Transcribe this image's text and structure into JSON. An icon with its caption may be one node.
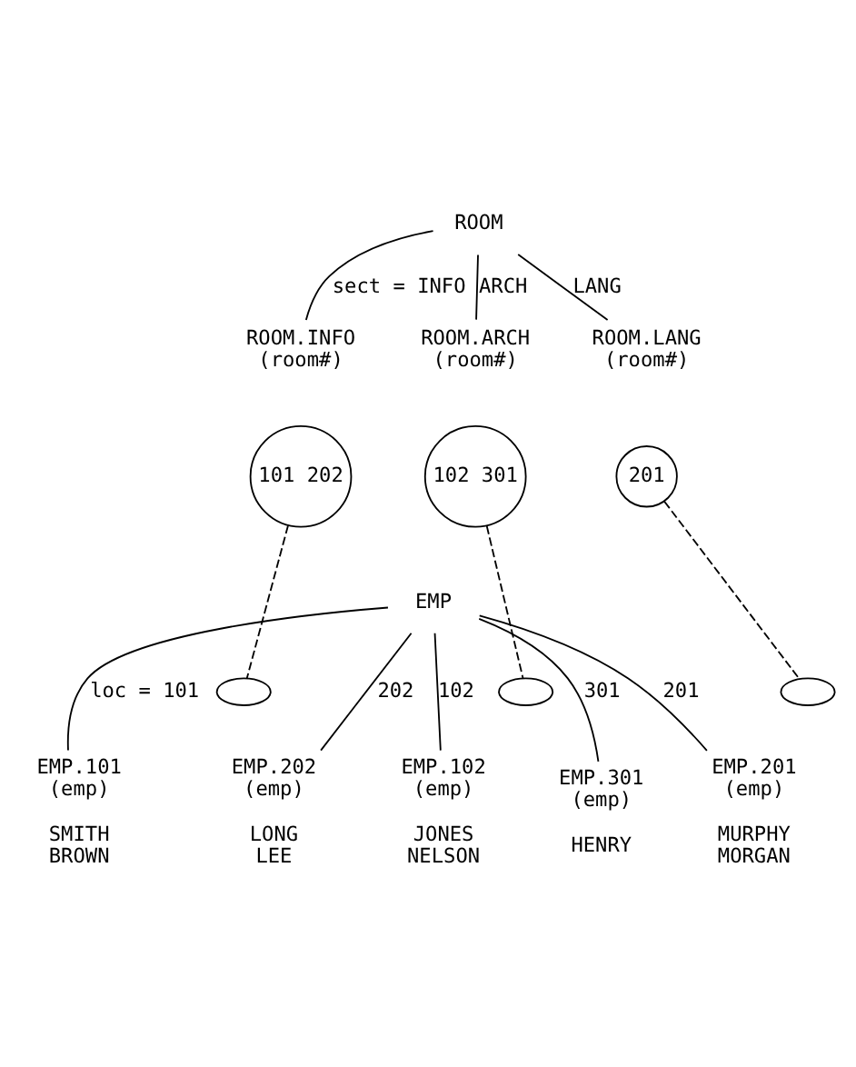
{
  "diagram": {
    "nodes": [
      {
        "text": [
          "ROOM"
        ]
      },
      {
        "text": [
          "ROOM.INFO",
          "(room#)"
        ]
      },
      {
        "text": [
          "ROOM.ARCH",
          "(room#)"
        ]
      },
      {
        "text": [
          "ROOM.LANG",
          "(room#)"
        ]
      },
      {
        "text": [
          "101 202"
        ]
      },
      {
        "text": [
          "102 301"
        ]
      },
      {
        "text": [
          "201"
        ]
      },
      {
        "text": [
          "EMP"
        ]
      },
      {
        "text": [],
        "shape": "ellipse"
      },
      {
        "text": [],
        "shape": "ellipse"
      },
      {
        "text": [],
        "shape": "ellipse"
      },
      {
        "text": [
          "EMP.101",
          "(emp)"
        ],
        "beside": [
          "SMITH",
          "BROWN"
        ]
      },
      {
        "text": [
          "EMP.202",
          "(emp)"
        ],
        "beside": [
          "LONG",
          "LEE"
        ]
      },
      {
        "text": [
          "EMP.102",
          "(emp)"
        ],
        "beside": [
          "JONES",
          "NELSON"
        ]
      },
      {
        "text": [
          "EMP.301",
          "(emp)"
        ],
        "beside": [
          "HENRY"
        ]
      },
      {
        "text": [
          "EMP.201",
          "(emp)"
        ],
        "beside": [
          "MURPHY",
          "MORGAN"
        ]
      }
    ],
    "edges": [
      {
        "from": 0,
        "to": 1,
        "arrow": "none",
        "label": "sect = INFO"
      },
      {
        "from": 0,
        "to": 2,
        "arrow": "none",
        "label": "ARCH"
      },
      {
        "from": 0,
        "to": 3,
        "arrow": "none",
        "label": "LANG"
      },
      {
        "from": 4,
        "to": 8,
        "arrow": "none",
        "style": "dashed"
      },
      {
        "from": 5,
        "to": 9,
        "arrow": "none",
        "style": "dashed"
      },
      {
        "from": 6,
        "to": 10,
        "arrow": "none",
        "style": "dashed"
      },
      {
        "from": 7,
        "to": 11,
        "arrow": "none",
        "label": "loc = 101"
      },
      {
        "from": 7,
        "to": 12,
        "arrow": "none",
        "label": "202"
      },
      {
        "from": 7,
        "to": 13,
        "arrow": "none",
        "label": "102"
      },
      {
        "from": 7,
        "to": 14,
        "arrow": "none",
        "label": "301"
      },
      {
        "from": 7,
        "to": 15,
        "arrow": "none",
        "label": "201"
      }
    ]
  }
}
